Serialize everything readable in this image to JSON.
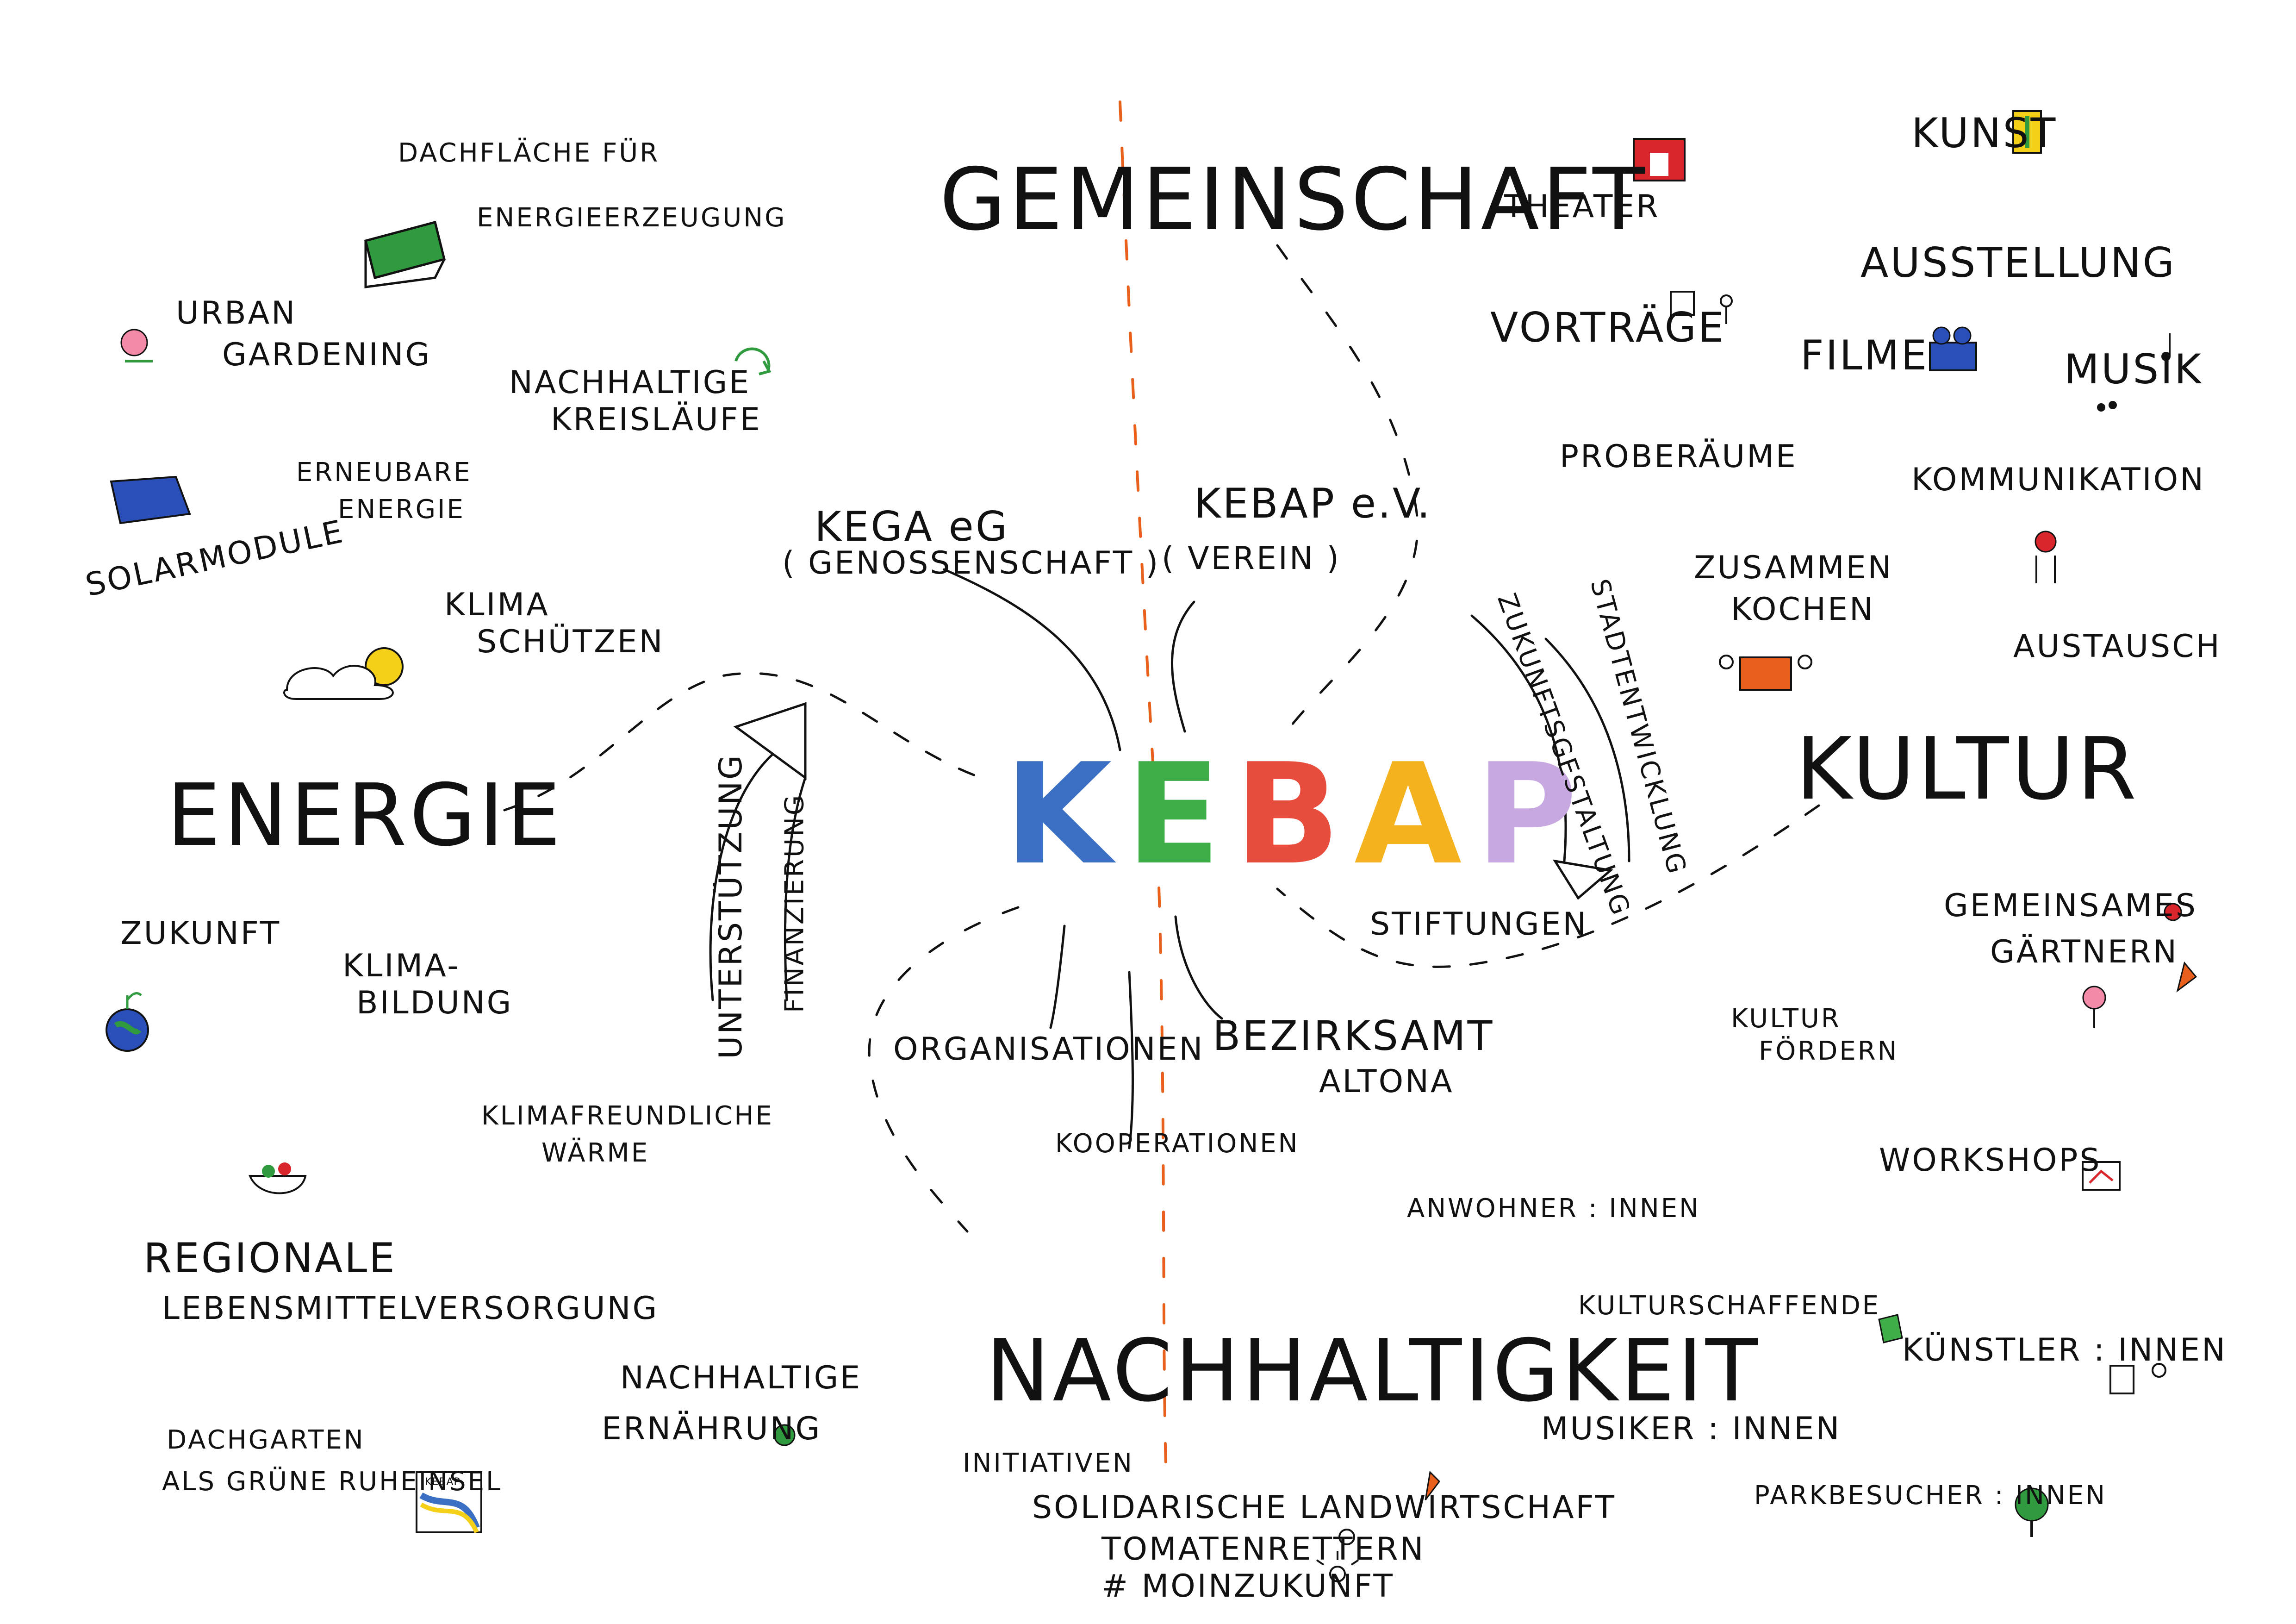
{
  "center": {
    "letters": [
      {
        "char": "K",
        "color": "#3a6fc4"
      },
      {
        "char": "E",
        "color": "#3fae49"
      },
      {
        "char": "B",
        "color": "#e84c3d"
      },
      {
        "char": "A",
        "color": "#f5b21f"
      },
      {
        "char": "P",
        "color": "#c7a8e0"
      }
    ]
  },
  "areas": {
    "gemeinschaft": "GEMEINSCHAFT",
    "energie": "ENERGIE",
    "kultur": "KULTUR",
    "nachhaltigkeit": "NACHHALTIGKEIT"
  },
  "hub": {
    "kega": "KEGA eG",
    "kega_sub": "( GENOSSENSCHAFT )",
    "kebap_ev": "KEBAP e.V.",
    "kebap_ev_sub": "( VEREIN )",
    "unterstuetzung": "UNTERSTÜTZUNG",
    "finanzierung": "FINANZIERUNG",
    "zukunftsgestaltung": "ZUKUNFTSGESTALTUNG",
    "stadtentwicklung": "STADTENTWICKLUNG",
    "stiftungen": "STIFTUNGEN",
    "organisationen": "ORGANISATIONEN",
    "kooperationen": "KOOPERATIONEN",
    "bezirksamt": "BEZIRKSAMT",
    "altona": "ALTONA"
  },
  "energie_items": {
    "dachflaeche_1": "DACHFLÄCHE FÜR",
    "dachflaeche_2": "ENERGIEERZEUGUNG",
    "urban_1": "URBAN",
    "urban_2": "GARDENING",
    "kreis_1": "NACHHALTIGE",
    "kreis_2": "KREISLÄUFE",
    "erneuerbar_1": "ERNEUBARE",
    "erneuerbar_2": "ENERGIE",
    "solar": "SOLARMODULE",
    "klima_1": "KLIMA",
    "klima_2": "SCHÜTZEN",
    "zukunft": "ZUKUNFT",
    "bildung_1": "KLIMA-",
    "bildung_2": "BILDUNG",
    "waerme_1": "KLIMAFREUNDLICHE",
    "waerme_2": "WÄRME",
    "regional_1": "REGIONALE",
    "regional_2": "LEBENSMITTELVERSORGUNG",
    "ernaehrung_1": "NACHHALTIGE",
    "ernaehrung_2": "ERNÄHRUNG",
    "dachgarten_1": "DACHGARTEN",
    "dachgarten_2": "ALS GRÜNE RUHEINSEL",
    "sign": "KEBAP"
  },
  "kultur_items": {
    "theater": "THEATER",
    "kunst": "KUNST",
    "ausstellung": "AUSSTELLUNG",
    "vortraege": "VORTRÄGE",
    "filme": "FILME",
    "musik": "MUSIK",
    "proberaeume": "PROBERÄUME",
    "kommunikation": "KOMMUNIKATION",
    "kochen_1": "ZUSAMMEN",
    "kochen_2": "KOCHEN",
    "austausch": "AUSTAUSCH",
    "gaertnern_1": "GEMEINSAMES",
    "gaertnern_2": "GÄRTNERN",
    "kultur_foerdern_1": "KULTUR",
    "kultur_foerdern_2": "FÖRDERN",
    "workshops": "WORKSHOPS",
    "anwohner": "ANWOHNER : INNEN",
    "kulturschaffende": "KULTURSCHAFFENDE",
    "kuenstler": "KÜNSTLER : INNEN",
    "musiker": "MUSIKER : INNEN",
    "parkbesucher": "PARKBESUCHER : INNEN"
  },
  "nachhaltigkeit_items": {
    "initiativen": "INITIATIVEN",
    "solawi": "SOLIDARISCHE LANDWIRTSCHAFT",
    "tomaten": "TOMATENRETTERN",
    "moin": "# MOINZUKUNFT"
  },
  "colors": {
    "divider": "#e8601c",
    "green": "#2f9a3e",
    "blue": "#2a4fb8",
    "red": "#d8262c",
    "yellow": "#f5d018"
  },
  "icons": [
    "solar-roof-icon",
    "flower-icon",
    "recycle-icon",
    "solar-panel-icon",
    "cloud-sun-icon",
    "globe-seedling-icon",
    "bowl-vegetables-icon",
    "apple-icon",
    "kebap-sign-icon",
    "theater-icon",
    "palette-icon",
    "lecture-icon",
    "camera-icon",
    "music-note-icon",
    "people-icon",
    "cooking-icon",
    "tomato-icon",
    "carrot-icon",
    "workshop-icon",
    "easel-icon",
    "tree-icon",
    "sun-icon"
  ]
}
